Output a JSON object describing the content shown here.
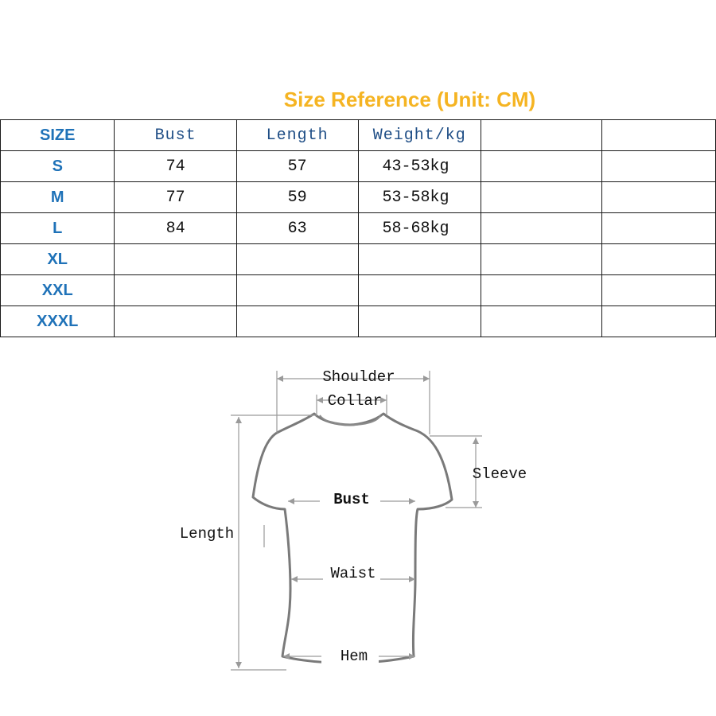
{
  "title": "Size Reference (Unit: CM)",
  "table": {
    "headers": [
      "SIZE",
      "Bust",
      "Length",
      "Weight/kg"
    ],
    "rows": [
      {
        "size": "S",
        "bust": "74",
        "length": "57",
        "weight": "43-53kg"
      },
      {
        "size": "M",
        "bust": "77",
        "length": "59",
        "weight": "53-58kg"
      },
      {
        "size": "L",
        "bust": "84",
        "length": "63",
        "weight": "58-68kg"
      },
      {
        "size": "XL",
        "bust": "",
        "length": "",
        "weight": ""
      },
      {
        "size": "XXL",
        "bust": "",
        "length": "",
        "weight": ""
      },
      {
        "size": "XXXL",
        "bust": "",
        "length": "",
        "weight": ""
      }
    ]
  },
  "diagram": {
    "shoulder": "Shoulder",
    "collar": "Collar",
    "sleeve": "Sleeve",
    "bust": "Bust",
    "length": "Length",
    "waist": "Waist",
    "hem": "Hem"
  },
  "colors": {
    "title": "#f5b422",
    "size_label": "#1f72b8",
    "header": "#1f4e86",
    "shirt_outline": "#7a7a7a"
  },
  "icons": {
    "shirt": "t-shirt-outline-icon"
  }
}
